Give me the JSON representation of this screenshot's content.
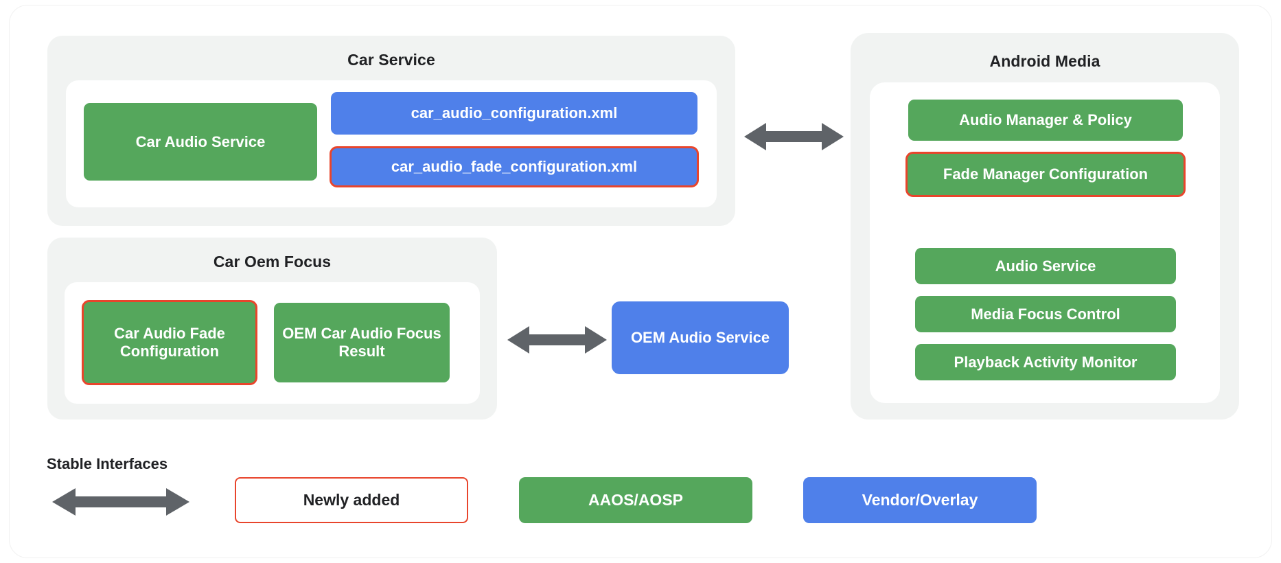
{
  "diagram": {
    "title_hidden": "",
    "colors": {
      "green": "#55a75c",
      "blue": "#4f80ea",
      "outline_red": "#e8452c",
      "arrow_gray": "#5f6368",
      "panel_gray": "#f1f3f2",
      "card_white": "#ffffff",
      "text_dark": "#202124"
    }
  },
  "car_service": {
    "title": "Car Service",
    "nodes": {
      "car_audio_service": "Car Audio Service",
      "car_audio_configuration": "car_audio_configuration.xml",
      "car_audio_fade_configuration": "car_audio_fade_configuration.xml"
    }
  },
  "car_oem_focus": {
    "title": "Car Oem Focus",
    "nodes": {
      "car_audio_fade_configuration": "Car Audio Fade Configuration",
      "oem_car_audio_focus_result": "OEM Car Audio Focus Result"
    }
  },
  "oem_audio_service": {
    "label": "OEM Audio Service"
  },
  "android_media": {
    "title": "Android Media",
    "nodes": {
      "audio_manager_policy": "Audio Manager & Policy",
      "fade_manager_configuration": "Fade Manager Configuration",
      "audio_service": "Audio Service",
      "media_focus_control": "Media Focus Control",
      "playback_activity_monitor": "Playback Activity Monitor"
    }
  },
  "legend": {
    "stable_interfaces_label": "Stable Interfaces",
    "newly_added": "Newly added",
    "aaos_aosp": "AAOS/AOSP",
    "vendor_overlay": "Vendor/Overlay"
  }
}
